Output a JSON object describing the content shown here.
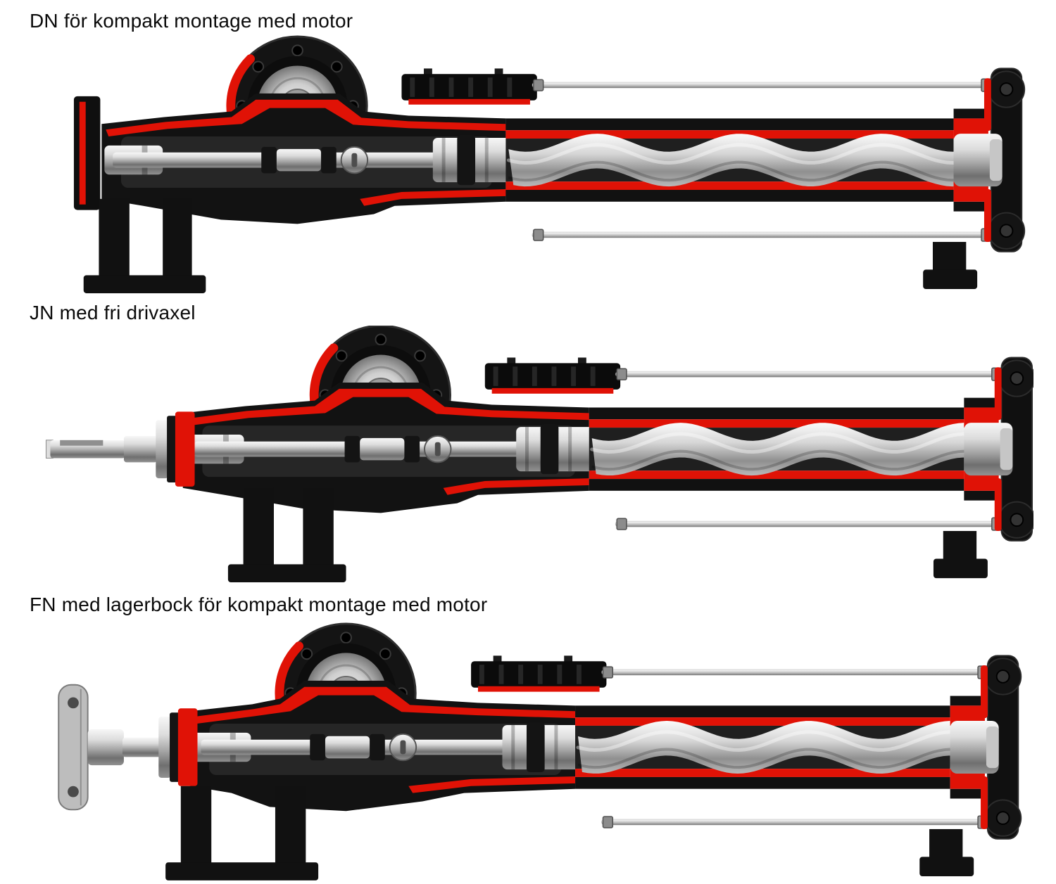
{
  "page": {
    "background": "#ffffff"
  },
  "colors": {
    "cut_red": "#e01206",
    "housing_black": "#111111",
    "cavity_dark": "#1f1f1f",
    "interior_gray": "#2a2a2a",
    "steel_light": "#f5f5f5",
    "steel_mid": "#aaaaaa",
    "steel_dark": "#707070"
  },
  "sections": [
    {
      "id": "dn",
      "label": "DN för kompakt montage med motor"
    },
    {
      "id": "jn",
      "label": "JN med fri drivaxel"
    },
    {
      "id": "fn",
      "label": "FN med lagerbock för kompakt montage med motor"
    }
  ]
}
